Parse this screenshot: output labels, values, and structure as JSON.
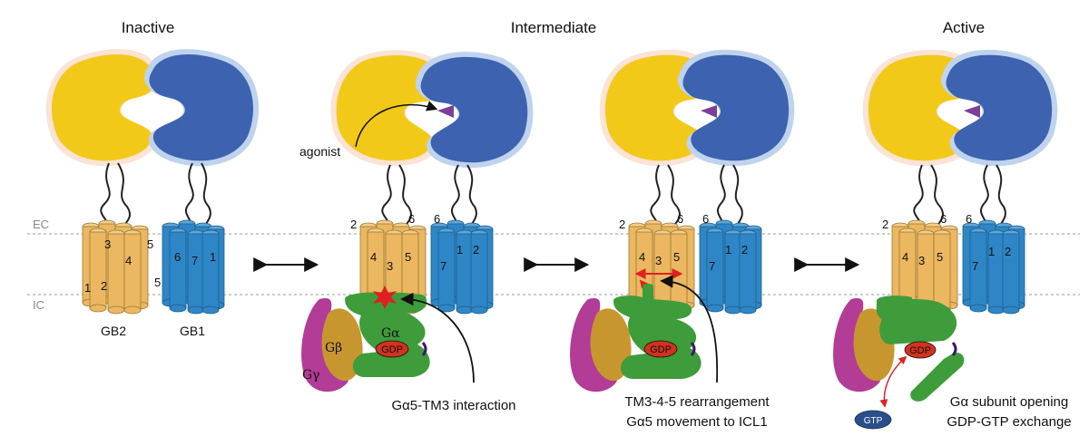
{
  "stages": {
    "inactive": "Inactive",
    "intermediate": "Intermediate",
    "active": "Active"
  },
  "membrane": {
    "ec": "EC",
    "ic": "IC"
  },
  "subunits": {
    "gb2": "GB2",
    "gb1": "GB1"
  },
  "tm": {
    "n1": "1",
    "n2": "2",
    "n3": "3",
    "n4": "4",
    "n5": "5",
    "n6": "6",
    "n7": "7"
  },
  "gprotein": {
    "alpha": "Gα",
    "beta": "Gβ",
    "gamma": "Gγ",
    "gdp": "GDP",
    "gtp": "GTP"
  },
  "agonist_label": "agonist",
  "captions": {
    "ga5_tm3": "Gα5-TM3 interaction",
    "rearr_line1": "TM3-4-5 rearrangement",
    "rearr_line2": "Gα5 movement to ICL1",
    "opening_line1": "Gα subunit opening",
    "opening_line2": "GDP-GTP exchange"
  },
  "colors": {
    "gb2_vft": "#F2C919",
    "gb1_vft": "#3C62B0",
    "gb2_tm": "#EBB760",
    "gb1_tm": "#2E86C6",
    "agonist": "#7B3F9A",
    "g_alpha": "#3E9C3A",
    "g_beta": "#C8962F",
    "g_gamma": "#B23C96",
    "gdp": "#D2321E",
    "gtp": "#2A4F8A"
  }
}
